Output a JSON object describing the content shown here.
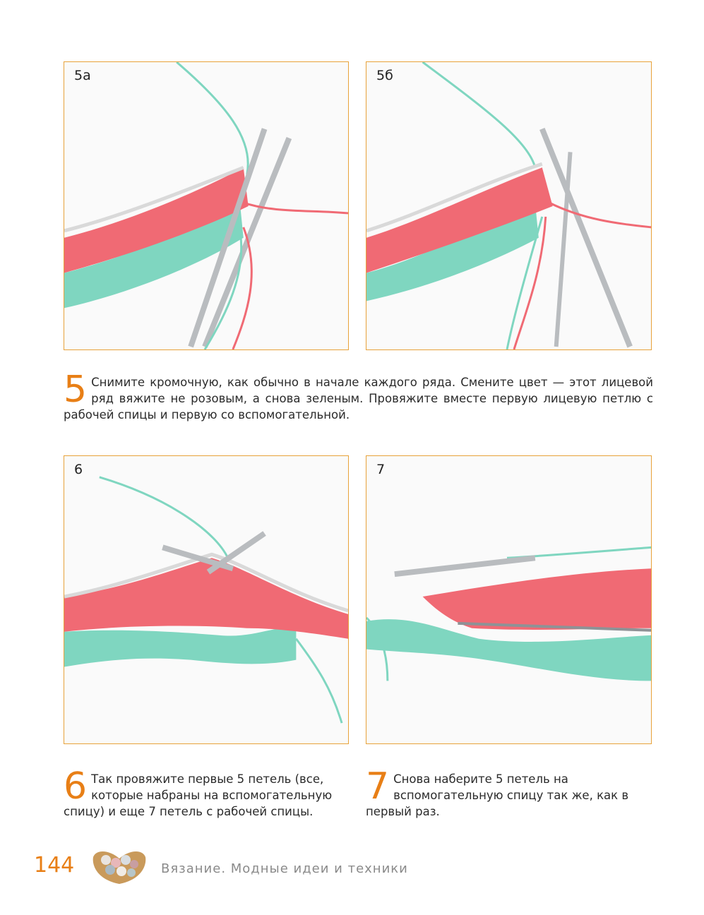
{
  "photos": [
    {
      "id": "5a",
      "label": "5а"
    },
    {
      "id": "5b",
      "label": "5б"
    },
    {
      "id": "6",
      "label": "6"
    },
    {
      "id": "7",
      "label": "7"
    }
  ],
  "steps": {
    "s5": {
      "number": "5",
      "text": "Снимите кромочную, как обычно в начале каждого ряда. Смените цвет — этот лицевой ряд вяжите не розовым, а снова зеленым. Провяжите вместе первую лицевую петлю с рабочей спицы и первую со вспомогательной."
    },
    "s6": {
      "number": "6",
      "text": "Так провяжите первые 5 петель (все, которые набраны на вспомогательную спицу) и еще 7 петель с рабочей спицы."
    },
    "s7": {
      "number": "7",
      "text": "Снова наберите 5 петель на вспомогательную спицу так же, как в первый раз."
    }
  },
  "footer": {
    "page_number": "144",
    "book_title": "Вязание. Модные идеи и техники"
  },
  "colors": {
    "accent": "#e87f16",
    "frame": "#e8a23a",
    "yarn_pink": "#f06a74",
    "yarn_green": "#7fd6c0",
    "needle": "#b9bcbf"
  }
}
